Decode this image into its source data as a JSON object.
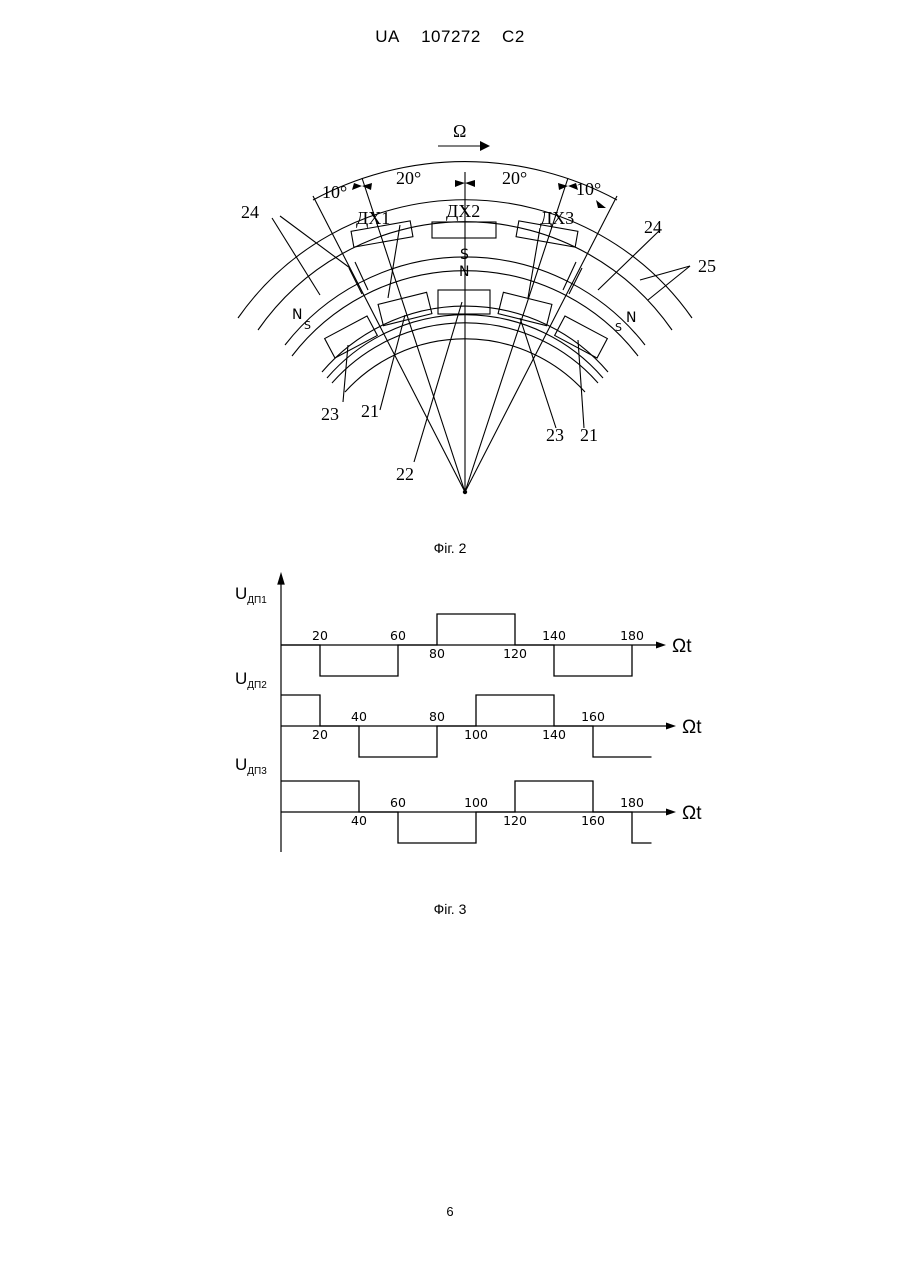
{
  "header": {
    "country": "UA",
    "number": "107272",
    "kind": "C2"
  },
  "fig2": {
    "caption": "Фіг. 2",
    "omega": "Ω",
    "angles": [
      "10°",
      "20°",
      "20°",
      "10°"
    ],
    "sensors": [
      "ДХ1",
      "ДХ2",
      "ДХ3"
    ],
    "poles": {
      "s_top": "S",
      "n_top": "N",
      "n_left": "N",
      "s_left": "S",
      "s_right": "S",
      "n_right": "N"
    },
    "refs": {
      "r24_left": "24",
      "r24_right": "24",
      "r25": "25",
      "r23_left": "23",
      "r21_left": "21",
      "r22": "22",
      "r23_right": "23",
      "r21_right": "21"
    }
  },
  "fig3": {
    "caption": "Фіг. 3",
    "chart_data": {
      "type": "line",
      "xlabel": "Ωt",
      "series": [
        {
          "name": "UДП1",
          "x_ticks": [
            20,
            60,
            80,
            120,
            140,
            180
          ],
          "points": [
            [
              0,
              0
            ],
            [
              20,
              0
            ],
            [
              20,
              -1
            ],
            [
              60,
              -1
            ],
            [
              60,
              0
            ],
            [
              80,
              0
            ],
            [
              80,
              1
            ],
            [
              120,
              1
            ],
            [
              120,
              0
            ],
            [
              140,
              0
            ],
            [
              140,
              -1
            ],
            [
              180,
              -1
            ],
            [
              180,
              0
            ]
          ]
        },
        {
          "name": "UДП2",
          "x_ticks": [
            20,
            40,
            80,
            100,
            140,
            160
          ],
          "points": [
            [
              0,
              1
            ],
            [
              20,
              1
            ],
            [
              20,
              0
            ],
            [
              40,
              0
            ],
            [
              40,
              -1
            ],
            [
              80,
              -1
            ],
            [
              80,
              0
            ],
            [
              100,
              0
            ],
            [
              100,
              1
            ],
            [
              140,
              1
            ],
            [
              140,
              0
            ],
            [
              160,
              0
            ],
            [
              160,
              -1
            ],
            [
              190,
              -1
            ]
          ]
        },
        {
          "name": "UДП3",
          "x_ticks": [
            40,
            60,
            100,
            120,
            160,
            180
          ],
          "points": [
            [
              0,
              1
            ],
            [
              40,
              1
            ],
            [
              40,
              0
            ],
            [
              60,
              0
            ],
            [
              60,
              -1
            ],
            [
              100,
              -1
            ],
            [
              100,
              0
            ],
            [
              120,
              0
            ],
            [
              120,
              1
            ],
            [
              160,
              1
            ],
            [
              160,
              0
            ],
            [
              180,
              0
            ],
            [
              180,
              -1
            ],
            [
              190,
              -1
            ]
          ]
        }
      ]
    }
  },
  "page_number": "6"
}
